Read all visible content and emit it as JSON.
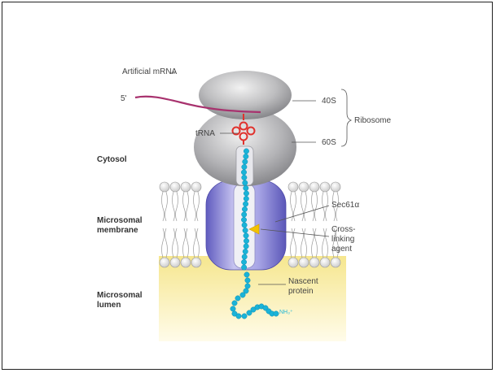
{
  "labels": {
    "artificial_mrna": "Artificial mRNA",
    "five_prime": "5'",
    "trna": "tRNA",
    "s40": "40S",
    "s60": "60S",
    "ribosome": "Ribosome",
    "cytosol": "Cytosol",
    "microsomal_membrane_line1": "Microsomal",
    "microsomal_membrane_line2": "membrane",
    "microsomal_lumen_line1": "Microsomal",
    "microsomal_lumen_line2": "lumen",
    "sec61": "Sec61α",
    "crosslink_line1": "Cross-",
    "crosslink_line2": "linking",
    "crosslink_line3": "agent",
    "nascent_line1": "Nascent",
    "nascent_line2": "protein",
    "nh3": "NH₃⁺"
  },
  "colors": {
    "mrna": "#a8326e",
    "trna": "#e0322d",
    "protein": "#1ab3d8",
    "sec61": "#8a86d6",
    "ribosome": "#a5a5a8",
    "lumen": "#f6ec9a",
    "crosslinker": "#f2c200"
  }
}
